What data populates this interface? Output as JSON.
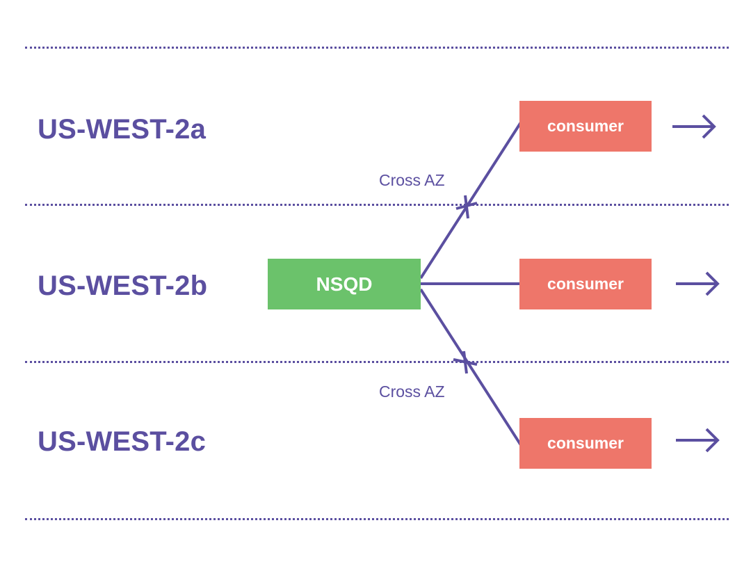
{
  "zones": [
    {
      "label": "US-WEST-2a"
    },
    {
      "label": "US-WEST-2b"
    },
    {
      "label": "US-WEST-2c"
    }
  ],
  "nodes": {
    "nsqd": {
      "label": "NSQD"
    },
    "consumers": [
      {
        "label": "consumer"
      },
      {
        "label": "consumer"
      },
      {
        "label": "consumer"
      }
    ]
  },
  "edge_labels": {
    "upper": "Cross AZ",
    "lower": "Cross AZ"
  },
  "colors": {
    "accent": "#5b4fa0",
    "nsqd": "#6bc26b",
    "consumer": "#ee766a"
  },
  "icons": [
    "right-arrow-icon",
    "cross-mark-icon"
  ]
}
